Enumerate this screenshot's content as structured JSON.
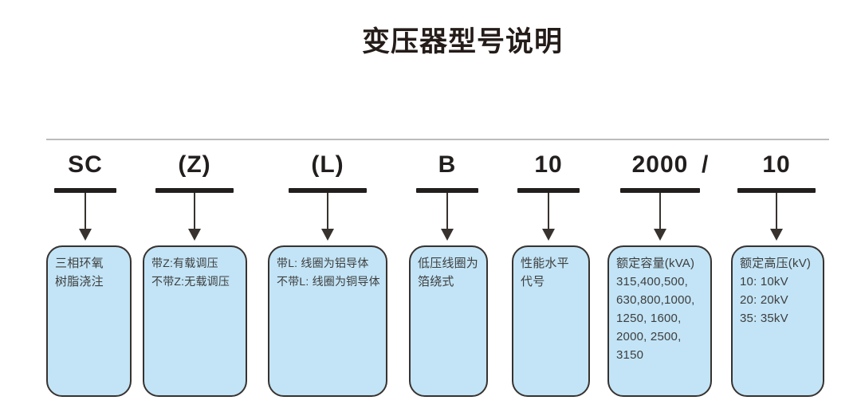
{
  "title": "变压器型号说明",
  "separator": "/",
  "colors": {
    "box_fill": "#c2e4f6",
    "box_border": "#38322f",
    "ink": "#231e1e",
    "rule": "#bcbcbc",
    "box_text": "#3e3e3e"
  },
  "columns": [
    {
      "code": "SC",
      "meaning": "三相环氧\n树脂浇注"
    },
    {
      "code": "(Z)",
      "meaning": "带Z:有载调压\n不带Z:无载调压"
    },
    {
      "code": "(L)",
      "meaning": "带L: 线圈为铝导体\n不带L: 线圈为铜导体"
    },
    {
      "code": "B",
      "meaning": "低压线圈为\n箔绕式"
    },
    {
      "code": "10",
      "meaning": "性能水平\n代号"
    },
    {
      "code": "2000",
      "meaning": "额定容量(kVA)\n315,400,500,\n630,800,1000,\n1250, 1600,\n2000, 2500,\n3150"
    },
    {
      "code": "10",
      "meaning": "额定高压(kV)\n10: 10kV\n20: 20kV\n35: 35kV"
    }
  ]
}
